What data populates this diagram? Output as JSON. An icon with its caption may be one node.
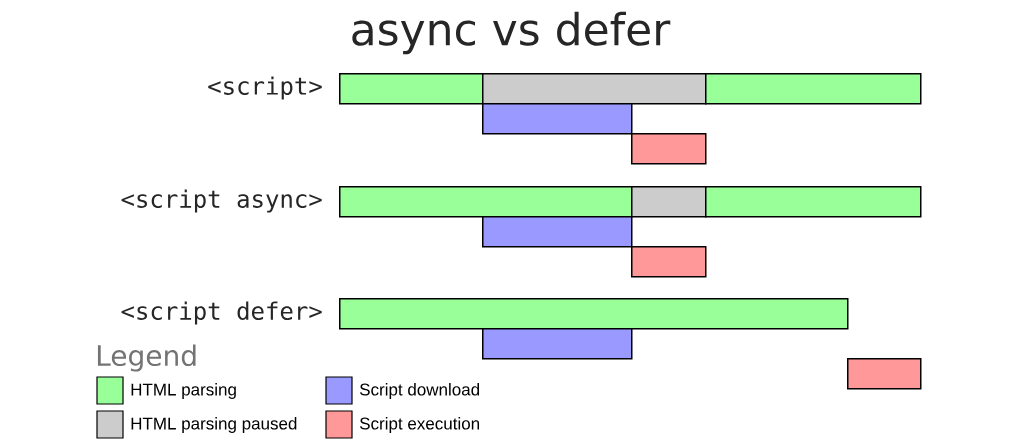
{
  "diagram": {
    "title": "async vs defer",
    "nodes": [
      {
        "text": [],
        "shape": "bar",
        "beside": [
          "<script>"
        ]
      },
      {
        "text": [],
        "shape": "bar"
      },
      {
        "text": [],
        "shape": "bar"
      },
      {
        "text": [],
        "shape": "bar"
      },
      {
        "text": [],
        "shape": "bar"
      },
      {
        "text": [],
        "shape": "bar",
        "beside": [
          "<script async>"
        ]
      },
      {
        "text": [],
        "shape": "bar"
      },
      {
        "text": [],
        "shape": "bar"
      },
      {
        "text": [],
        "shape": "bar"
      },
      {
        "text": [],
        "shape": "bar"
      },
      {
        "text": [],
        "shape": "bar",
        "beside": [
          "<script defer>"
        ]
      },
      {
        "text": [],
        "shape": "bar"
      },
      {
        "text": [],
        "shape": "bar"
      }
    ],
    "labels": [
      "Legend"
    ],
    "legend": [
      {
        "text": "HTML parsing",
        "color": "#99ff99"
      },
      {
        "text": "Script download",
        "color": "#9999ff"
      },
      {
        "text": "HTML parsing paused",
        "color": "#cccccc"
      },
      {
        "text": "Script execution",
        "color": "#ff9999"
      }
    ]
  }
}
